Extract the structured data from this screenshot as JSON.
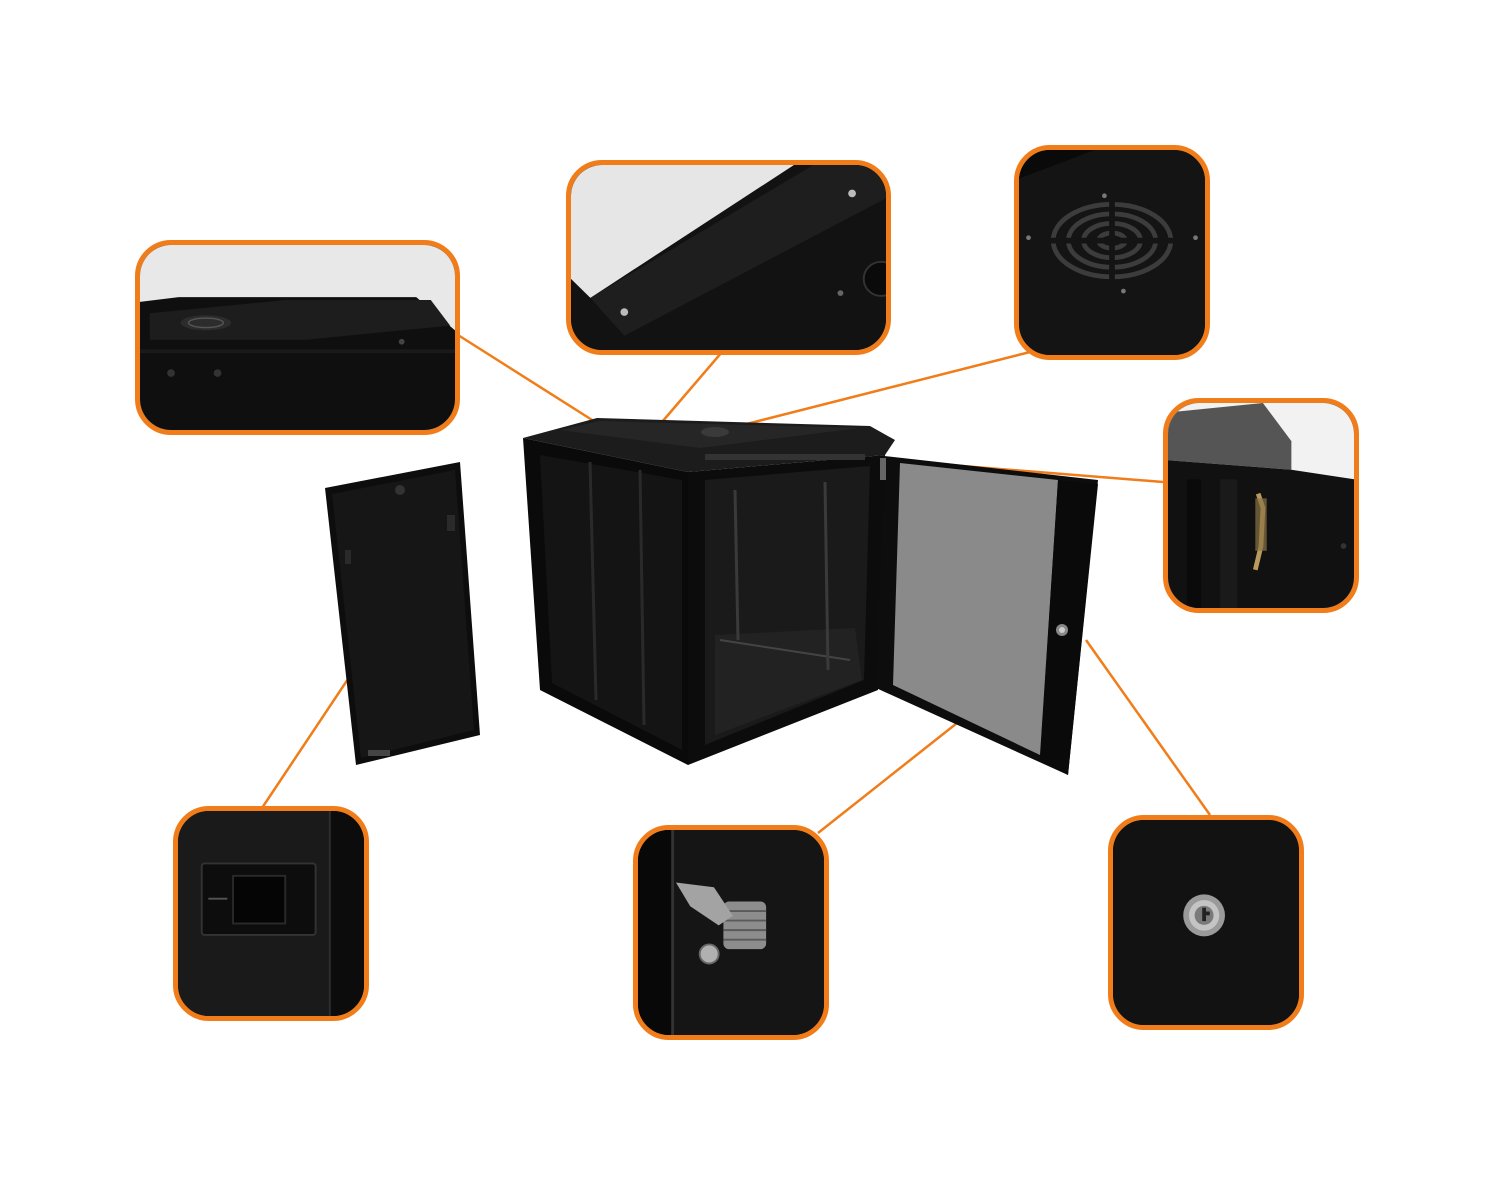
{
  "figure": {
    "accent_color": "#f07d1a",
    "background_color": "#ffffff",
    "product_color": "#0d0d0d",
    "glass_color": "#8a8a8a"
  },
  "callouts": [
    {
      "name": "top-panel-edge-detail",
      "icon": "fan-vent-top-view"
    },
    {
      "name": "removable-top-plate-detail",
      "icon": "cover-plate"
    },
    {
      "name": "fan-vent-detail",
      "icon": "fan-grille"
    },
    {
      "name": "door-hinge-pin-detail",
      "icon": "hinge-pin"
    },
    {
      "name": "side-panel-latch-detail",
      "icon": "recessed-latch"
    },
    {
      "name": "cam-lock-back-detail",
      "icon": "cam-lock"
    },
    {
      "name": "key-lock-detail",
      "icon": "key-lock"
    }
  ]
}
